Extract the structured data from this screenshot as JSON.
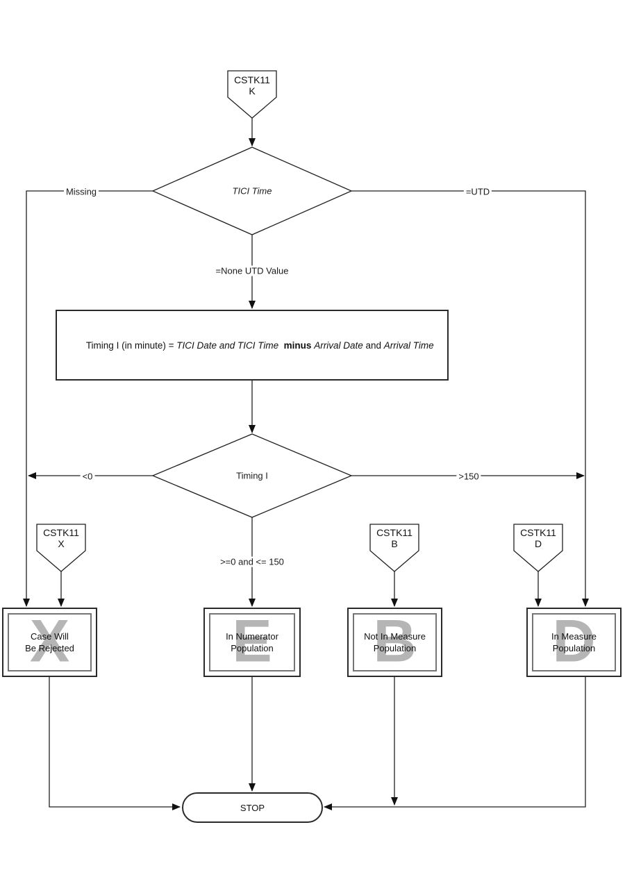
{
  "colors": {
    "line": "#1f1f1f",
    "watermark": "#b5b5b5",
    "background": "#ffffff"
  },
  "entry_connector": {
    "line1": "CSTK11",
    "line2": "K"
  },
  "decision_tici_time": {
    "label": "TICI Time",
    "left": "Missing",
    "right": "=UTD",
    "down": "=None UTD Value"
  },
  "process_formula": {
    "part1": "Timing I (in minute) = ",
    "part2_italic": "TICI Date and TICI Time",
    "part3_bold": "minus",
    "part4_italic": "Arrival Date",
    "part5": "and",
    "part6_italic": "Arrival Time"
  },
  "decision_timing": {
    "label": "Timing I",
    "left": "<0",
    "right": ">150",
    "down": ">=0 and <= 150"
  },
  "connectors": [
    {
      "line1": "CSTK11",
      "line2": "X"
    },
    {
      "line1": "CSTK11",
      "line2": "B"
    },
    {
      "line1": "CSTK11",
      "line2": "D"
    }
  ],
  "outcomes": [
    {
      "watermark": "X",
      "line1": "Case Will",
      "line2": "Be Rejected"
    },
    {
      "watermark": "E",
      "line1": "In Numerator",
      "line2": "Population"
    },
    {
      "watermark": "B",
      "line1": "Not In Measure",
      "line2": "Population"
    },
    {
      "watermark": "D",
      "line1": "In Measure",
      "line2": "Population"
    }
  ],
  "terminator": {
    "label": "STOP"
  }
}
